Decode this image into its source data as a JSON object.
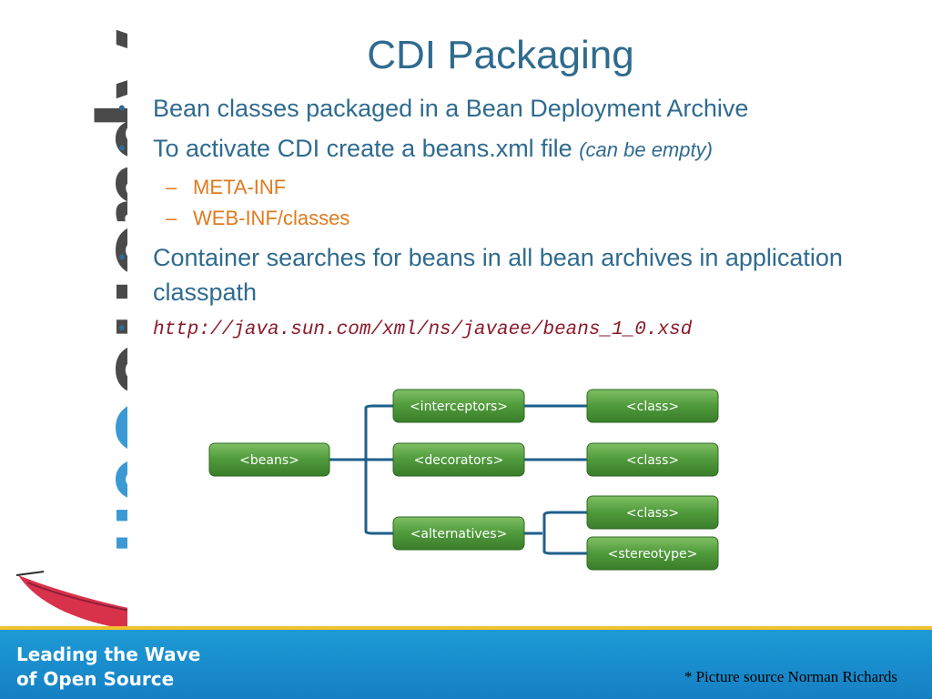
{
  "logo": {
    "text_apache": "Apache",
    "text_con": "Con",
    "brand_blue": "#3b99d4",
    "brand_gray": "#4a4a4a"
  },
  "slide": {
    "title": "CDI Packaging",
    "bullets": [
      {
        "text": "Bean classes packaged in a Bean Deployment Archive"
      },
      {
        "text": "To activate CDI  create a beans.xml file ",
        "emphasis": "(can be empty)",
        "sub": [
          "META-INF",
          "WEB-INF/classes"
        ]
      },
      {
        "text": " Container searches for beans in all bean archives in application classpath"
      },
      {
        "text": "http://java.sun.com/xml/ns/javaee/beans_1_0.xsd"
      }
    ]
  },
  "diagram": {
    "root": "<beans>",
    "children": [
      {
        "label": "<interceptors>",
        "children": [
          "<class>"
        ]
      },
      {
        "label": "<decorators>",
        "children": [
          "<class>"
        ]
      },
      {
        "label": "<alternatives>",
        "children": [
          "<class>",
          "<stereotype>"
        ]
      }
    ],
    "node_color": "#4f9a3b",
    "line_color": "#1e5f8c"
  },
  "footer": {
    "tagline_1": "Leading the Wave",
    "tagline_2": "of Open Source",
    "credit": "* Picture source Norman Richards"
  }
}
